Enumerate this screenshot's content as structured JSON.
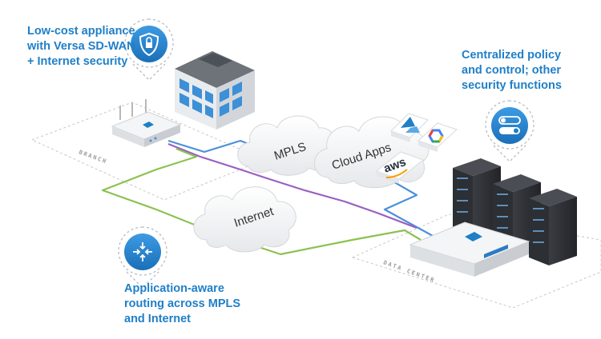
{
  "callouts": {
    "branch": "Low-cost appliance\nwith Versa SD-WAN\n+ Internet security",
    "policy": "Centralized policy\nand control; other\nsecurity functions",
    "routing": "Application-aware\nrouting across MPLS\nand Internet"
  },
  "zones": {
    "branch": "BRANCH",
    "datacenter": "DATA CENTER"
  },
  "clouds": {
    "mpls": "MPLS",
    "cloud_apps": "Cloud Apps",
    "internet": "Internet"
  },
  "logos": {
    "aws": "aws"
  },
  "icons": {
    "branch_pin": "shield-lock-icon",
    "policy_pin": "toggle-switch-icon",
    "routing_pin": "router-arrows-icon"
  },
  "colors": {
    "accent_blue": "#1f7fc7",
    "link_blue": "#4a90d9",
    "link_purple": "#9b5fc0",
    "link_green": "#8cc152"
  }
}
